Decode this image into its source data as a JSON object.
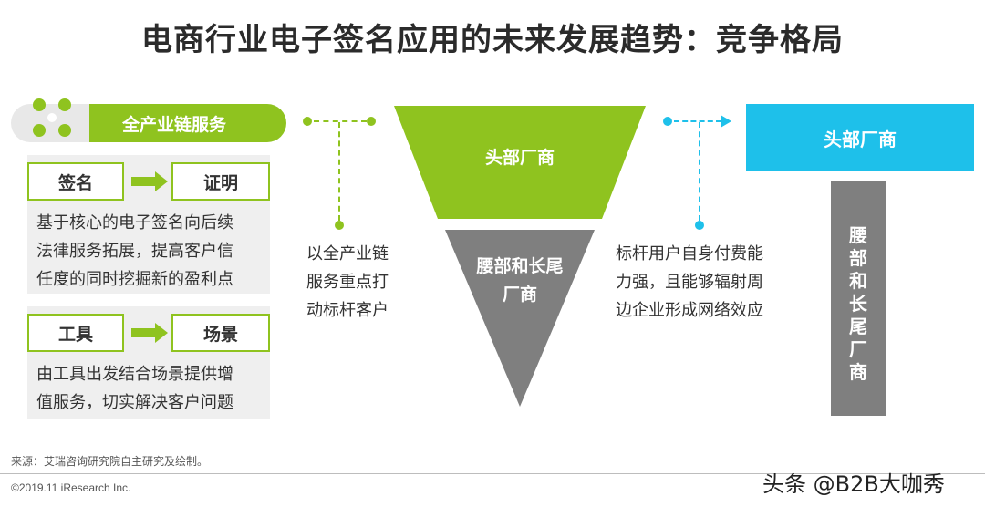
{
  "title": "电商行业电子签名应用的未来发展趋势：竞争格局",
  "left": {
    "tag_label": "全产业链服务",
    "row1": {
      "from": "签名",
      "to": "证明",
      "text": [
        "基于核心的电子签名向后续",
        "法律服务拓展，提高客户信",
        "任度的同时挖掘新的盈利点"
      ]
    },
    "row2": {
      "from": "工具",
      "to": "场景",
      "text": [
        "由工具出发结合场景提供增",
        "值服务，切实解决客户问题"
      ]
    }
  },
  "middle_left_text": [
    "以全产业链",
    "服务重点打",
    "动标杆客户"
  ],
  "funnel": {
    "top_label": "头部厂商",
    "bottom_label": [
      "腰部和长尾",
      "厂商"
    ]
  },
  "middle_right_text": [
    "标杆用户自身付费能",
    "力强，且能够辐射周",
    "边企业形成网络效应"
  ],
  "right": {
    "top_label": "头部厂商",
    "column_label": "腰部和长尾厂商"
  },
  "footer": {
    "source": "来源：艾瑞咨询研究院自主研究及绘制。",
    "copyright": "©2019.11 iResearch Inc.",
    "watermark": "头条 @B2B大咖秀"
  },
  "colors": {
    "green": "#8fc31f",
    "cyan": "#1ec0ea",
    "grey": "#7f7f7f"
  }
}
